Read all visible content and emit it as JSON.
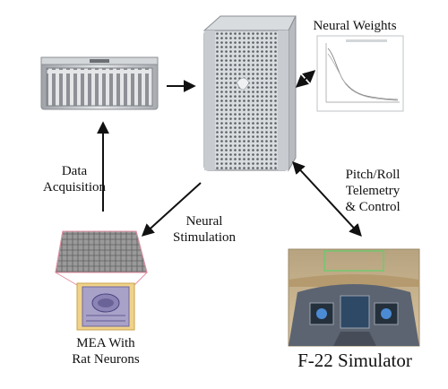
{
  "labels": {
    "data_acquisition": [
      "Data",
      "Acquisition"
    ],
    "neural_stimulation": [
      "Neural",
      "Stimulation"
    ],
    "pitch_roll": [
      "Pitch/Roll",
      "Telemetry",
      "& Control"
    ],
    "neural_weights": "Neural Weights",
    "mea": [
      "MEA With",
      "Rat Neurons"
    ],
    "simulator": "F-22 Simulator"
  },
  "colors": {
    "arrow": "#111111",
    "silver": "#c9ccd0",
    "mea_frame": "#e0b85a",
    "sky": "#c7a77a",
    "cockpit": "#5c6472"
  }
}
